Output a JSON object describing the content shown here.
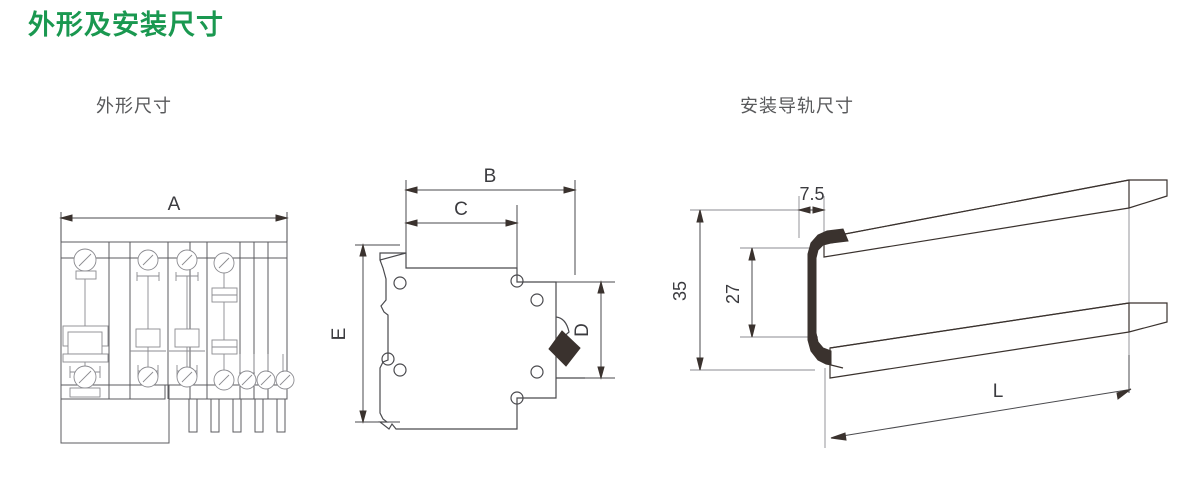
{
  "header": {
    "title": "外形及安装尺寸",
    "title_color": "#1a9850"
  },
  "figures": [
    {
      "id": "outline-dimensions",
      "subtitle": "外形尺寸",
      "view": "front-view-circuit-breaker",
      "dimension_labels": [
        "A"
      ]
    },
    {
      "id": "side-profile-dimensions",
      "subtitle": "",
      "view": "side-view-circuit-breaker",
      "dimension_labels": [
        "B",
        "C",
        "D",
        "E"
      ]
    },
    {
      "id": "din-rail-dimensions",
      "subtitle": "安装导轨尺寸",
      "view": "din-rail-isometric",
      "dimension_labels": [
        "7.5",
        "35",
        "27",
        "L"
      ]
    }
  ],
  "dimensions": {
    "A": "A",
    "B": "B",
    "C": "C",
    "D": "D",
    "E": "E",
    "rail_flange_width": "7.5",
    "rail_height": "35",
    "rail_inner_height": "27",
    "rail_length": "L"
  },
  "colors": {
    "title_green": "#1a9850",
    "line_gray": "#5b5b5f",
    "dim_gray": "#4a4a4e",
    "rail_dark": "#3a322e",
    "subtitle_gray": "#58595b"
  }
}
